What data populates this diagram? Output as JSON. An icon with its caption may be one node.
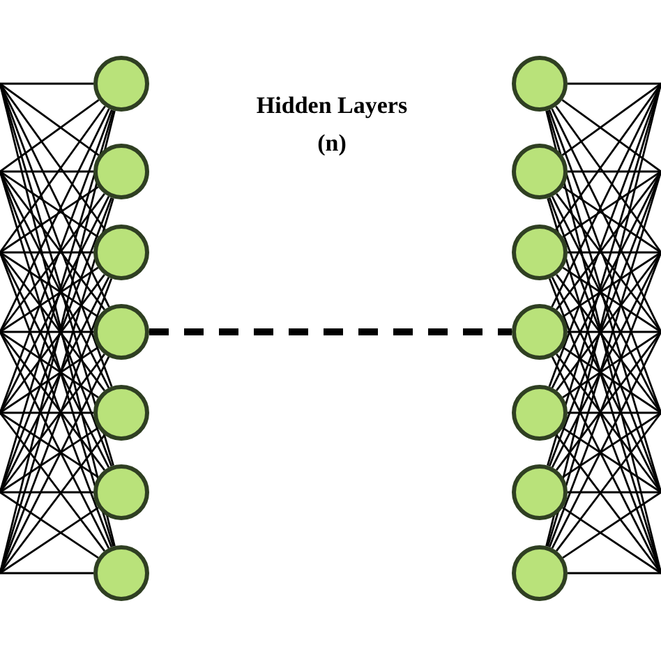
{
  "diagram": {
    "nodes": [
      {
        "text": [],
        "shape": "circle"
      },
      {
        "text": [],
        "shape": "circle"
      },
      {
        "text": [],
        "shape": "circle"
      },
      {
        "text": [],
        "shape": "circle"
      },
      {
        "text": [],
        "shape": "circle"
      },
      {
        "text": [],
        "shape": "circle"
      },
      {
        "text": [],
        "shape": "circle"
      },
      {
        "text": [],
        "shape": "circle"
      },
      {
        "text": [],
        "shape": "circle"
      },
      {
        "text": [],
        "shape": "circle"
      },
      {
        "text": [],
        "shape": "circle"
      },
      {
        "text": [],
        "shape": "circle"
      },
      {
        "text": [],
        "shape": "circle"
      },
      {
        "text": [],
        "shape": "circle"
      }
    ],
    "edges": [
      {
        "from": null,
        "to": 0,
        "arrow": "none"
      },
      {
        "from": null,
        "to": 0,
        "arrow": "none"
      },
      {
        "from": null,
        "to": 0,
        "arrow": "none"
      },
      {
        "from": null,
        "to": 0,
        "arrow": "none"
      },
      {
        "from": null,
        "to": 0,
        "arrow": "none"
      },
      {
        "from": null,
        "to": 0,
        "arrow": "none"
      },
      {
        "from": null,
        "to": 0,
        "arrow": "none"
      },
      {
        "from": null,
        "to": 1,
        "arrow": "none"
      },
      {
        "from": null,
        "to": 1,
        "arrow": "none"
      },
      {
        "from": null,
        "to": 1,
        "arrow": "none"
      },
      {
        "from": null,
        "to": 1,
        "arrow": "none"
      },
      {
        "from": null,
        "to": 1,
        "arrow": "none"
      },
      {
        "from": null,
        "to": 1,
        "arrow": "none"
      },
      {
        "from": null,
        "to": 1,
        "arrow": "none"
      },
      {
        "from": null,
        "to": 2,
        "arrow": "none"
      },
      {
        "from": null,
        "to": 2,
        "arrow": "none"
      },
      {
        "from": null,
        "to": 2,
        "arrow": "none"
      },
      {
        "from": null,
        "to": 2,
        "arrow": "none"
      },
      {
        "from": null,
        "to": 2,
        "arrow": "none"
      },
      {
        "from": null,
        "to": 2,
        "arrow": "none"
      },
      {
        "from": null,
        "to": 2,
        "arrow": "none"
      },
      {
        "from": null,
        "to": 3,
        "arrow": "none"
      },
      {
        "from": null,
        "to": 3,
        "arrow": "none"
      },
      {
        "from": null,
        "to": 3,
        "arrow": "none"
      },
      {
        "from": null,
        "to": 3,
        "arrow": "none"
      },
      {
        "from": null,
        "to": 3,
        "arrow": "none"
      },
      {
        "from": null,
        "to": 3,
        "arrow": "none"
      },
      {
        "from": null,
        "to": 3,
        "arrow": "none"
      },
      {
        "from": null,
        "to": 4,
        "arrow": "none"
      },
      {
        "from": null,
        "to": 4,
        "arrow": "none"
      },
      {
        "from": null,
        "to": 4,
        "arrow": "none"
      },
      {
        "from": null,
        "to": 4,
        "arrow": "none"
      },
      {
        "from": null,
        "to": 4,
        "arrow": "none"
      },
      {
        "from": null,
        "to": 4,
        "arrow": "none"
      },
      {
        "from": null,
        "to": 4,
        "arrow": "none"
      },
      {
        "from": null,
        "to": 5,
        "arrow": "none"
      },
      {
        "from": null,
        "to": 5,
        "arrow": "none"
      },
      {
        "from": null,
        "to": 5,
        "arrow": "none"
      },
      {
        "from": null,
        "to": 5,
        "arrow": "none"
      },
      {
        "from": null,
        "to": 5,
        "arrow": "none"
      },
      {
        "from": null,
        "to": 5,
        "arrow": "none"
      },
      {
        "from": null,
        "to": 5,
        "arrow": "none"
      },
      {
        "from": null,
        "to": 6,
        "arrow": "none"
      },
      {
        "from": null,
        "to": 6,
        "arrow": "none"
      },
      {
        "from": null,
        "to": 6,
        "arrow": "none"
      },
      {
        "from": null,
        "to": 6,
        "arrow": "none"
      },
      {
        "from": null,
        "to": 6,
        "arrow": "none"
      },
      {
        "from": null,
        "to": 6,
        "arrow": "none"
      },
      {
        "from": null,
        "to": 6,
        "arrow": "none"
      },
      {
        "from": 3,
        "to": 10,
        "arrow": "none",
        "style": "dashed"
      },
      {
        "from": 7,
        "to": null,
        "arrow": "none"
      },
      {
        "from": 7,
        "to": null,
        "arrow": "none"
      },
      {
        "from": 7,
        "to": null,
        "arrow": "none"
      },
      {
        "from": 7,
        "to": null,
        "arrow": "none"
      },
      {
        "from": 7,
        "to": null,
        "arrow": "none"
      },
      {
        "from": 7,
        "to": null,
        "arrow": "none"
      },
      {
        "from": 7,
        "to": null,
        "arrow": "none"
      },
      {
        "from": 8,
        "to": null,
        "arrow": "none"
      },
      {
        "from": 8,
        "to": null,
        "arrow": "none"
      },
      {
        "from": 8,
        "to": null,
        "arrow": "none"
      },
      {
        "from": 8,
        "to": null,
        "arrow": "none"
      },
      {
        "from": 8,
        "to": null,
        "arrow": "none"
      },
      {
        "from": 8,
        "to": null,
        "arrow": "none"
      },
      {
        "from": 8,
        "to": null,
        "arrow": "none"
      },
      {
        "from": 9,
        "to": null,
        "arrow": "none"
      },
      {
        "from": 9,
        "to": null,
        "arrow": "none"
      },
      {
        "from": 9,
        "to": null,
        "arrow": "none"
      },
      {
        "from": 9,
        "to": null,
        "arrow": "none"
      },
      {
        "from": 9,
        "to": null,
        "arrow": "none"
      },
      {
        "from": 9,
        "to": null,
        "arrow": "none"
      },
      {
        "from": 9,
        "to": null,
        "arrow": "none"
      },
      {
        "from": 10,
        "to": null,
        "arrow": "none"
      },
      {
        "from": 10,
        "to": null,
        "arrow": "none"
      },
      {
        "from": 10,
        "to": null,
        "arrow": "none"
      },
      {
        "from": 10,
        "to": null,
        "arrow": "none"
      },
      {
        "from": 10,
        "to": null,
        "arrow": "none"
      },
      {
        "from": 10,
        "to": null,
        "arrow": "none"
      },
      {
        "from": 10,
        "to": null,
        "arrow": "none"
      },
      {
        "from": 11,
        "to": null,
        "arrow": "none"
      },
      {
        "from": 11,
        "to": null,
        "arrow": "none"
      },
      {
        "from": 11,
        "to": null,
        "arrow": "none"
      },
      {
        "from": 11,
        "to": null,
        "arrow": "none"
      },
      {
        "from": 11,
        "to": null,
        "arrow": "none"
      },
      {
        "from": 11,
        "to": null,
        "arrow": "none"
      },
      {
        "from": 11,
        "to": null,
        "arrow": "none"
      },
      {
        "from": 12,
        "to": null,
        "arrow": "none"
      },
      {
        "from": 12,
        "to": null,
        "arrow": "none"
      },
      {
        "from": 12,
        "to": null,
        "arrow": "none"
      },
      {
        "from": 12,
        "to": null,
        "arrow": "none"
      },
      {
        "from": 12,
        "to": null,
        "arrow": "none"
      },
      {
        "from": 12,
        "to": null,
        "arrow": "none"
      },
      {
        "from": 12,
        "to": null,
        "arrow": "none"
      },
      {
        "from": 13,
        "to": null,
        "arrow": "none"
      },
      {
        "from": 13,
        "to": null,
        "arrow": "none"
      },
      {
        "from": 13,
        "to": null,
        "arrow": "none"
      },
      {
        "from": 13,
        "to": null,
        "arrow": "none"
      },
      {
        "from": 13,
        "to": null,
        "arrow": "none"
      },
      {
        "from": 13,
        "to": null,
        "arrow": "none"
      },
      {
        "from": 13,
        "to": null,
        "arrow": "none"
      }
    ],
    "labels": [
      "Hidden Layers (n)"
    ]
  }
}
